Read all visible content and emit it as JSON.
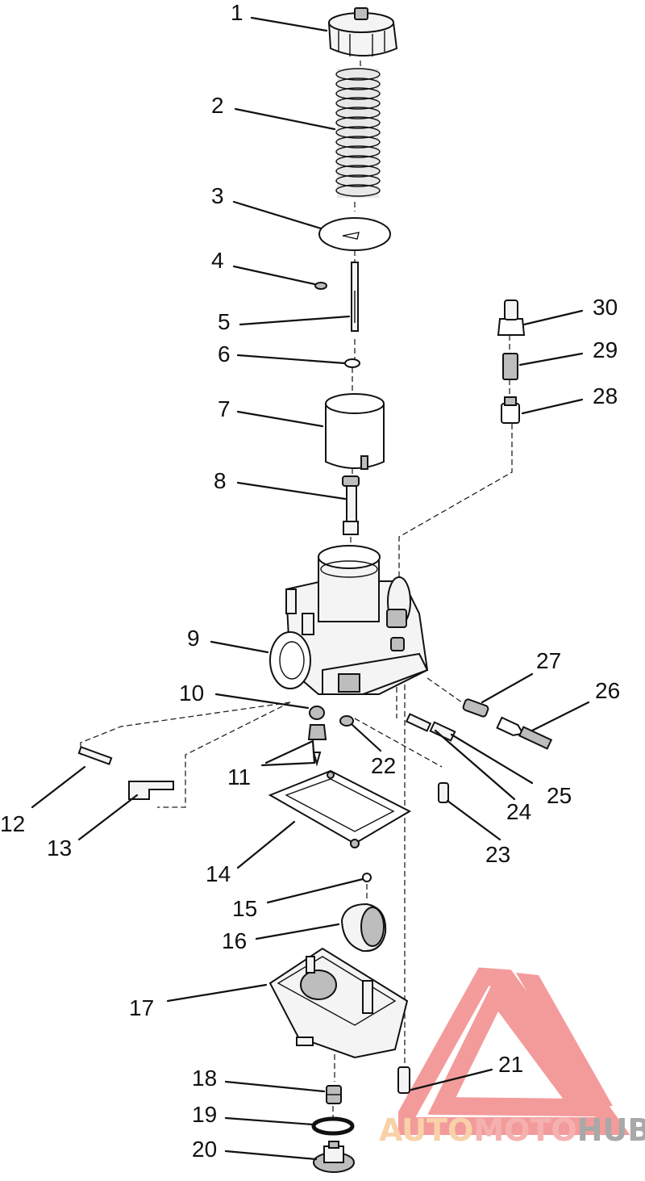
{
  "parts": [
    {
      "num": "1"
    },
    {
      "num": "2"
    },
    {
      "num": "3"
    },
    {
      "num": "4"
    },
    {
      "num": "5"
    },
    {
      "num": "6"
    },
    {
      "num": "7"
    },
    {
      "num": "8"
    },
    {
      "num": "9"
    },
    {
      "num": "10"
    },
    {
      "num": "11"
    },
    {
      "num": "12"
    },
    {
      "num": "13"
    },
    {
      "num": "14"
    },
    {
      "num": "15"
    },
    {
      "num": "16"
    },
    {
      "num": "17"
    },
    {
      "num": "18"
    },
    {
      "num": "19"
    },
    {
      "num": "20"
    },
    {
      "num": "21"
    },
    {
      "num": "22"
    },
    {
      "num": "23"
    },
    {
      "num": "24"
    },
    {
      "num": "25"
    },
    {
      "num": "26"
    },
    {
      "num": "27"
    },
    {
      "num": "28"
    },
    {
      "num": "29"
    },
    {
      "num": "30"
    }
  ],
  "watermark": {
    "word_a": "AUTO",
    "word_b": "MOTO",
    "word_c": "HUB",
    "color_a": "#f7c99a",
    "color_b": "#f4a3a3",
    "color_c": "#9a9a9a",
    "triangle_color": "#f28a8a"
  }
}
